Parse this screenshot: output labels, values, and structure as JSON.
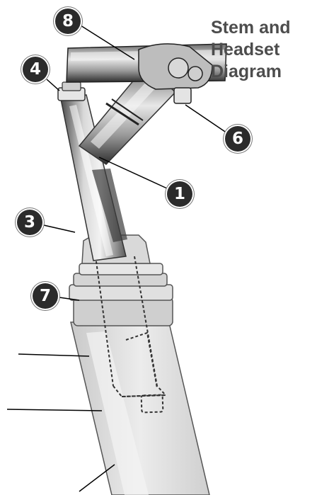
{
  "diagram": {
    "title_lines": [
      "Stem and",
      "Headset",
      "Diagram"
    ],
    "callouts": [
      "8",
      "4",
      "6",
      "1",
      "3",
      "7"
    ],
    "colors": {
      "callout_fill": "#2b2b2b",
      "callout_text": "#ffffff",
      "title_text": "#4d4d4d",
      "chrome_dark": "#3a3a3a",
      "chrome_light": "#d8d8d8",
      "lower_body": "#dcdcdc"
    }
  }
}
